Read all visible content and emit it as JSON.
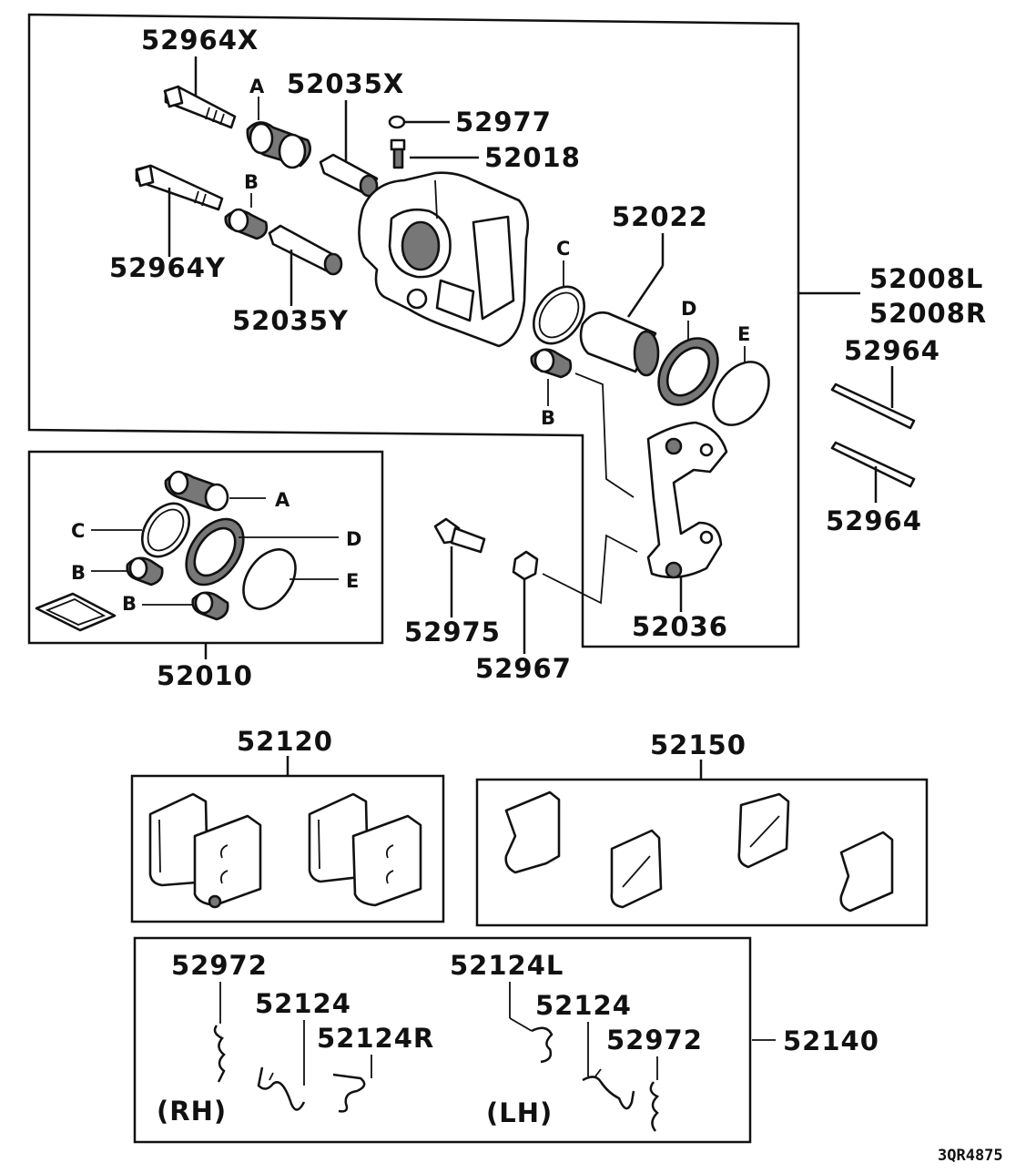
{
  "callouts": {
    "p52964X": "52964X",
    "p52035X": "52035X",
    "p52977": "52977",
    "p52018": "52018",
    "p52964Y": "52964Y",
    "p52035Y": "52035Y",
    "p52022": "52022",
    "p52008L": "52008L",
    "p52008R": "52008R",
    "p52964a": "52964",
    "p52964b": "52964",
    "p52010": "52010",
    "p52975": "52975",
    "p52967": "52967",
    "p52036": "52036",
    "p52120": "52120",
    "p52150": "52150",
    "p52972a": "52972",
    "p52124a": "52124",
    "p52124R": "52124R",
    "p52124L": "52124L",
    "p52124b": "52124",
    "p52972b": "52972",
    "p52140": "52140"
  },
  "letters": {
    "A_top": "A",
    "B_top": "B",
    "B_mid": "B",
    "C_top": "C",
    "D_top": "D",
    "E_top": "E",
    "A_kit": "A",
    "C_kit": "C",
    "B_kit1": "B",
    "B_kit2": "B",
    "D_kit": "D",
    "E_kit": "E"
  },
  "sides": {
    "rh": "(RH)",
    "lh": "(LH)"
  },
  "figure_id": "3QR4875"
}
